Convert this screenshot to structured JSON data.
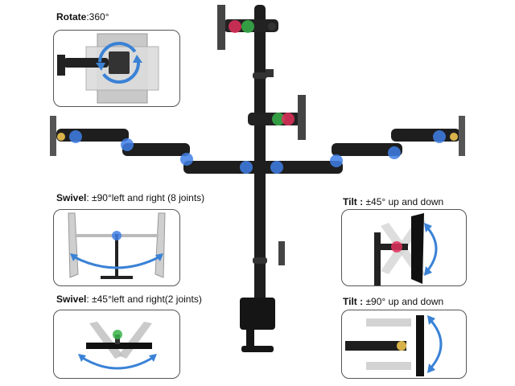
{
  "features": {
    "rotate": {
      "title": "Rotate",
      "value": ":360°"
    },
    "swivel_8": {
      "title": "Swivel",
      "value": ": ±90°left and right (8 joints)"
    },
    "swivel_2": {
      "title": "Swivel",
      "value": ": ±45°left and right(2 joints)"
    },
    "tilt_45": {
      "title": "Tilt :",
      "value": " ±45° up and down"
    },
    "tilt_90": {
      "title": "Tilt :",
      "value": " ±90° up and down"
    }
  },
  "colors": {
    "arm": "#1e1e1e",
    "joint_blue": "#3f7fe6",
    "joint_red": "#e0305a",
    "joint_green": "#37b34a",
    "arrow_blue": "#3a82d6",
    "panel_border": "#555555"
  }
}
